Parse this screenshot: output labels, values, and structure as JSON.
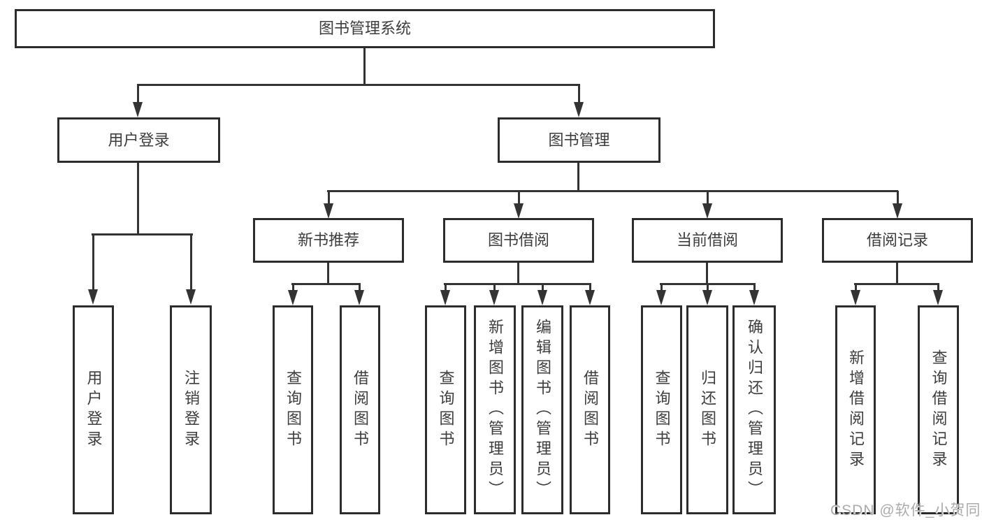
{
  "diagram": {
    "title": "图书管理系统",
    "root": {
      "label": "图书管理系统"
    },
    "level2": [
      {
        "label": "用户登录"
      },
      {
        "label": "图书管理"
      }
    ],
    "level3": [
      {
        "label": "新书推荐"
      },
      {
        "label": "图书借阅"
      },
      {
        "label": "当前借阅"
      },
      {
        "label": "借阅记录"
      }
    ],
    "leaves": [
      {
        "label": "用户登录",
        "parent": "用户登录"
      },
      {
        "label": "注销登录",
        "parent": "用户登录"
      },
      {
        "label": "查询图书",
        "parent": "新书推荐"
      },
      {
        "label": "借阅图书",
        "parent": "新书推荐"
      },
      {
        "label": "查询图书",
        "parent": "图书借阅"
      },
      {
        "label": "新增图书（管理员）",
        "parent": "图书借阅"
      },
      {
        "label": "编辑图书（管理员）",
        "parent": "图书借阅"
      },
      {
        "label": "借阅图书",
        "parent": "图书借阅"
      },
      {
        "label": "查询图书",
        "parent": "当前借阅"
      },
      {
        "label": "归还图书",
        "parent": "当前借阅"
      },
      {
        "label": "确认归还（管理员）",
        "parent": "当前借阅"
      },
      {
        "label": "新增借阅记录",
        "parent": "借阅记录"
      },
      {
        "label": "查询借阅记录",
        "parent": "借阅记录"
      }
    ],
    "colors": {
      "line": "#333333",
      "box_border": "#2c2c2c",
      "text": "#3d3d3d",
      "background": "#ffffff",
      "watermark": "#ababab"
    }
  },
  "watermark": {
    "text": "CSDN @软件_小贺同学"
  }
}
